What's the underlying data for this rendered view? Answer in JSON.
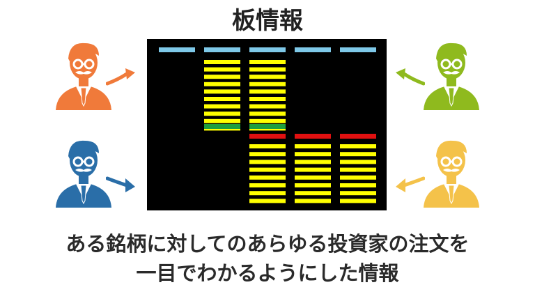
{
  "title": "板情報",
  "caption": {
    "line1": "ある銘柄に対してのあらゆる投資家の注文を",
    "line2": "一目でわかるようにした情報"
  },
  "icons": {
    "buyer_1": "businessman-icon",
    "buyer_2": "businessman-icon",
    "seller_1": "businessman-icon",
    "seller_2": "businessman-icon",
    "arrow_in_left": "arrow-right-icon",
    "arrow_in_right": "arrow-left-icon"
  },
  "colors": {
    "buyer_1": "#f07a3a",
    "buyer_2": "#2a6ea8",
    "seller_1": "#8fba1e",
    "seller_2": "#f4c24a",
    "board": "#000000",
    "header_bar": "#7ec8e8",
    "order_bar": "#ffff00",
    "bid_top": "#1e9e3e",
    "ask_top": "#e01010"
  },
  "board": {
    "columns": 5,
    "bid_columns": [
      {
        "bars": 10
      },
      {
        "bars": 10
      }
    ],
    "ask_columns": [
      {
        "bars": 8
      },
      {
        "bars": 8
      },
      {
        "bars": 8
      }
    ]
  }
}
